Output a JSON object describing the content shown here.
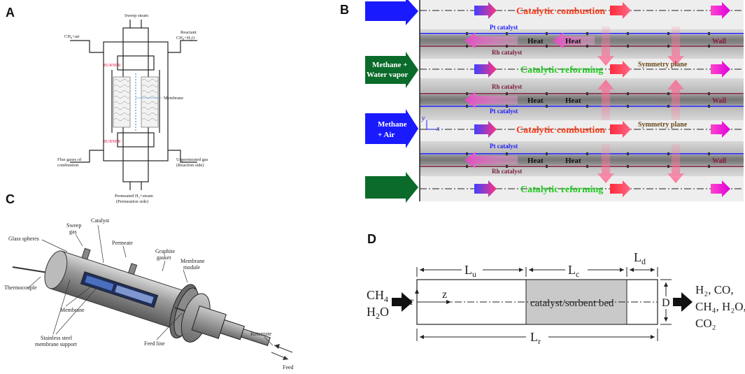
{
  "panels": {
    "a": {
      "label": "A",
      "sweep": "Sweep steam",
      "ch4_air": "CH₄+air",
      "reactant_1": "Reactant",
      "reactant_2": "CH₄+H₂O",
      "burner_top": "BURNER",
      "burner_bottom": "BURNER",
      "membrane": "Membrane",
      "flue_1": "Flue gases of",
      "flue_2": "combustion",
      "unpermeated_1": "Unpermeated gas",
      "unpermeated_2": "(Reaction side)",
      "permeated_1": "Permeated H₂+steam",
      "permeated_2": "(Permeation side)"
    },
    "b": {
      "label": "B",
      "inlet_methane_water_1": "Methane +",
      "inlet_methane_water_2": "Water vapor",
      "inlet_methane_air_1": "Methane",
      "inlet_methane_air_2": "+ Air",
      "catalytic_combustion": "Catalytic combustion",
      "catalytic_reforming": "Catalytic reforming",
      "pt_catalyst": "Pt catalyst",
      "rh_catalyst": "Rh catalyst",
      "heat": "Heat",
      "wall": "Wall",
      "symmetry_plane": "Symmetry plane",
      "axis_y": "y",
      "axis_x": "x"
    },
    "c": {
      "label": "C",
      "glass_spheres": "Glass spheres",
      "sweep_1": "Sweep",
      "sweep_2": "gas",
      "catalyst": "Catalyst",
      "permeate": "Permeate",
      "graphite_1": "Graphite",
      "graphite_2": "gasket",
      "membrane_module_1": "Membrane",
      "membrane_module_2": "module",
      "thermocouple": "Thermocouple",
      "membrane": "Membrane",
      "stainless_1": "Stainless steel",
      "stainless_2": "membrane support",
      "feed_line": "Feed line",
      "retentate": "Retentate",
      "feed": "Feed"
    },
    "d": {
      "label": "D",
      "lu": "L",
      "lu_sub": "u",
      "lc": "L",
      "lc_sub": "c",
      "ld": "L",
      "ld_sub": "d",
      "lr": "L",
      "lr_sub": "r",
      "r": "r",
      "z": "z",
      "diameter": "D",
      "bed": "catalyst/sorbent bed",
      "inlet_ch": "CH",
      "inlet_ch_sub": "4",
      "inlet_h": "H",
      "inlet_h_sub": "2",
      "inlet_o": "O",
      "out_line1": "H₂, CO,",
      "out_line2": "CH₄, H₂O,",
      "out_line3": "CO₂"
    }
  },
  "colors": {
    "inlet_blue": "#1a1aff",
    "inlet_green": "#0a6b2a",
    "combustion_text": "#ff3b1a",
    "reforming_text": "#22cc22",
    "pt_text": "#1a1aff",
    "rh_text": "#7a1a3a",
    "burner_text": "#e0204a",
    "membrane_line": "#3a7bd5"
  }
}
